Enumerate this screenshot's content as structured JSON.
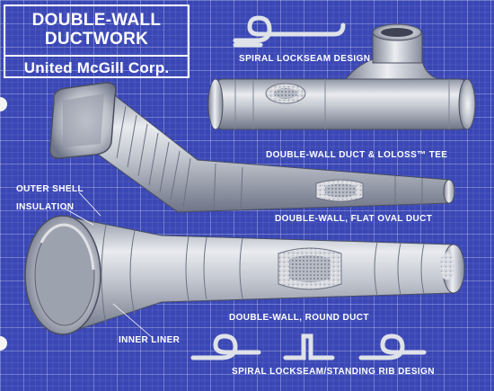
{
  "title_box": {
    "line1": "DOUBLE-WALL",
    "line2": "DUCTWORK",
    "company": "United McGill Corp."
  },
  "labels": {
    "spiral_lockseam": "SPIRAL LOCKSEAM DESIGN",
    "tee": "DOUBLE-WALL DUCT & LOLOSS™ TEE",
    "outer_shell": "OUTER SHELL",
    "insulation": "INSULATION",
    "flat_oval": "DOUBLE-WALL, FLAT OVAL DUCT",
    "round_duct": "DOUBLE-WALL, ROUND DUCT",
    "inner_liner": "INNER LINER",
    "standing_rib": "SPIRAL LOCKSEAM/STANDING RIB DESIGN"
  },
  "colors": {
    "background": "#3a47b5",
    "metal": "#c8ccd4",
    "label_text": "#ffffff"
  }
}
